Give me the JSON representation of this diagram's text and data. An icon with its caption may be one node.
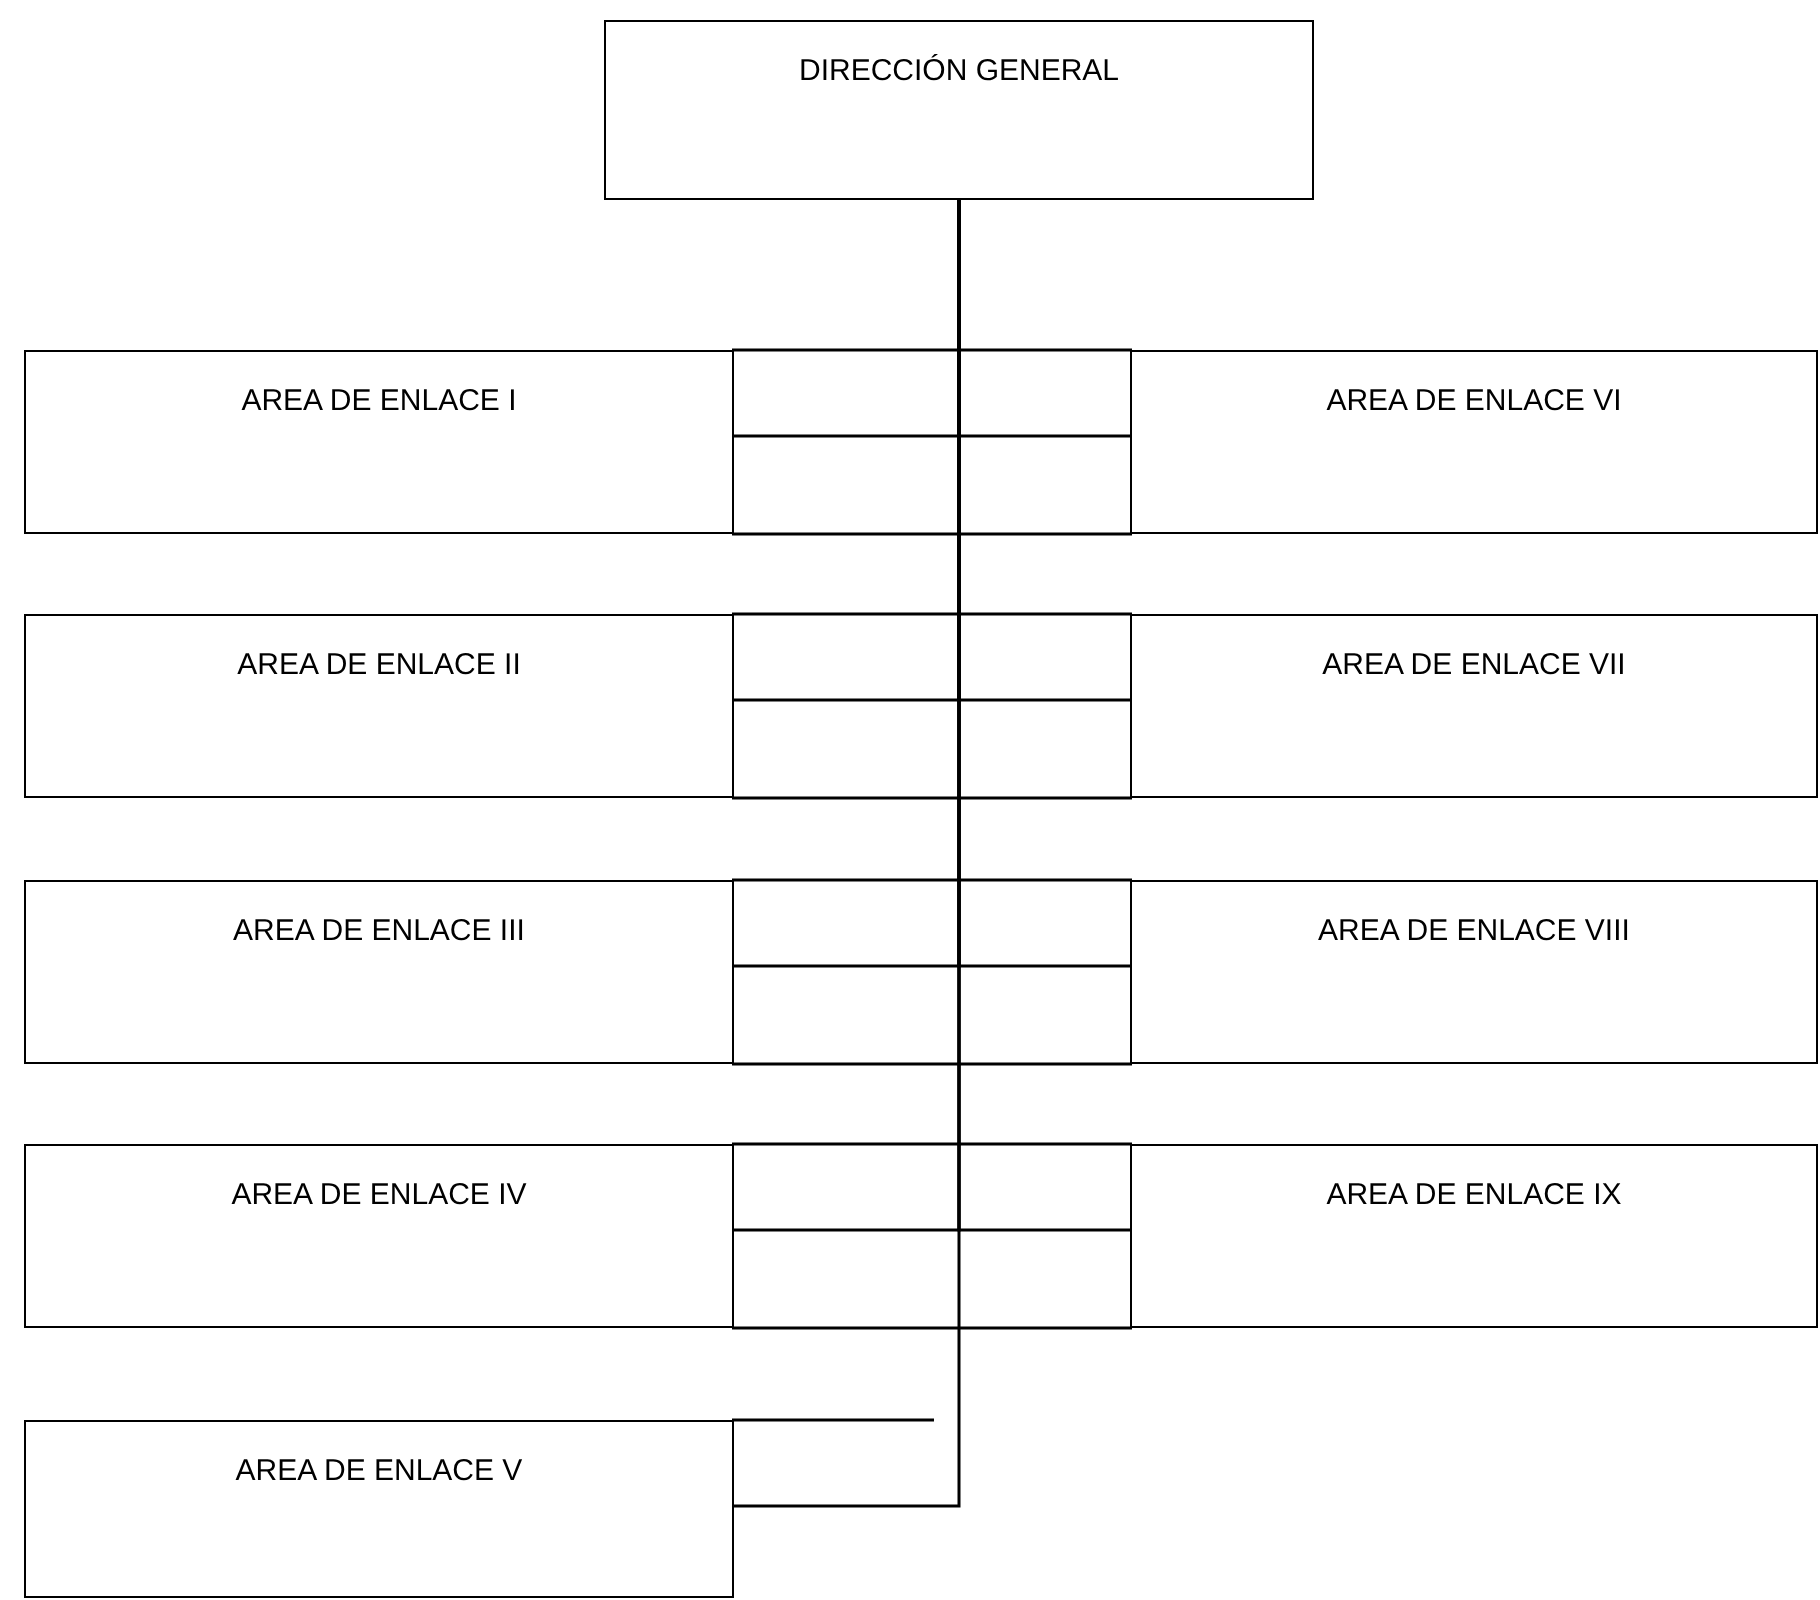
{
  "diagram": {
    "nodes": [
      {
        "text": [
          "DIRECCIÓN GENERAL"
        ]
      },
      {
        "text": [
          "AREA DE ENLACE I"
        ]
      },
      {
        "text": [
          "AREA DE ENLACE II"
        ]
      },
      {
        "text": [
          "AREA DE ENLACE III"
        ]
      },
      {
        "text": [
          "AREA DE ENLACE IV"
        ]
      },
      {
        "text": [
          "AREA DE ENLACE V"
        ]
      },
      {
        "text": [
          "AREA DE ENLACE VI"
        ]
      },
      {
        "text": [
          "AREA DE ENLACE VII"
        ]
      },
      {
        "text": [
          "AREA DE ENLACE VIII"
        ]
      },
      {
        "text": [
          "AREA DE ENLACE IX"
        ]
      }
    ],
    "edges": [
      {
        "from": 0,
        "to": 1,
        "arrow": "none"
      },
      {
        "from": 0,
        "to": 2,
        "arrow": "none"
      },
      {
        "from": 0,
        "to": 3,
        "arrow": "none"
      },
      {
        "from": 0,
        "to": 4,
        "arrow": "none"
      },
      {
        "from": 0,
        "to": 5,
        "arrow": "none"
      },
      {
        "from": 0,
        "to": 6,
        "arrow": "none"
      },
      {
        "from": 0,
        "to": 7,
        "arrow": "none"
      },
      {
        "from": 0,
        "to": 8,
        "arrow": "none"
      },
      {
        "from": 0,
        "to": 9,
        "arrow": "none"
      }
    ]
  }
}
